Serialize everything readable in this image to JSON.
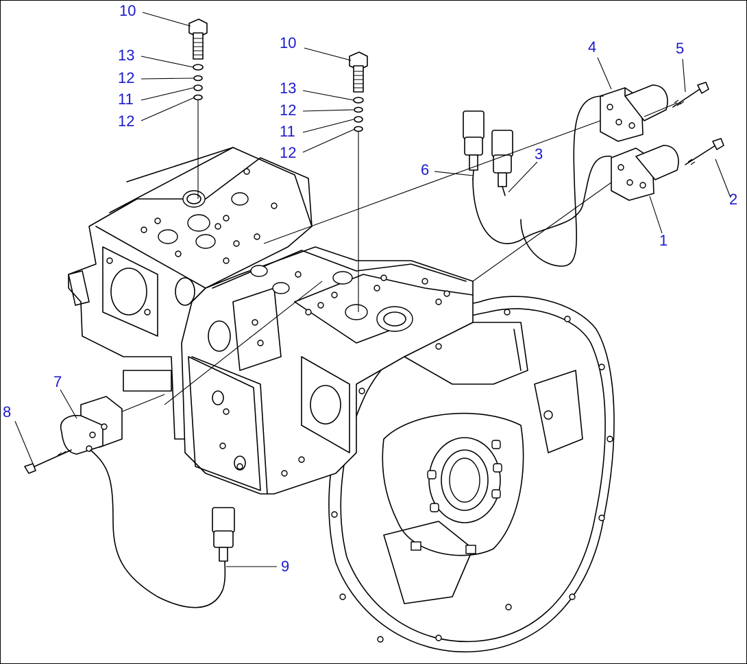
{
  "diagram": {
    "callouts": [
      {
        "id": "c10a",
        "label": "10"
      },
      {
        "id": "c13a",
        "label": "13"
      },
      {
        "id": "c12a",
        "label": "12"
      },
      {
        "id": "c11a",
        "label": "11"
      },
      {
        "id": "c12b",
        "label": "12"
      },
      {
        "id": "c10b",
        "label": "10"
      },
      {
        "id": "c13b",
        "label": "13"
      },
      {
        "id": "c12c",
        "label": "12"
      },
      {
        "id": "c11b",
        "label": "11"
      },
      {
        "id": "c12d",
        "label": "12"
      },
      {
        "id": "c4",
        "label": "4"
      },
      {
        "id": "c5",
        "label": "5"
      },
      {
        "id": "c6",
        "label": "6"
      },
      {
        "id": "c3",
        "label": "3"
      },
      {
        "id": "c2",
        "label": "2"
      },
      {
        "id": "c1",
        "label": "1"
      },
      {
        "id": "c7",
        "label": "7"
      },
      {
        "id": "c8",
        "label": "8"
      },
      {
        "id": "c9",
        "label": "9"
      }
    ],
    "colors": {
      "callout": "#1a1acc",
      "line": "#000000",
      "background": "#ffffff"
    }
  }
}
